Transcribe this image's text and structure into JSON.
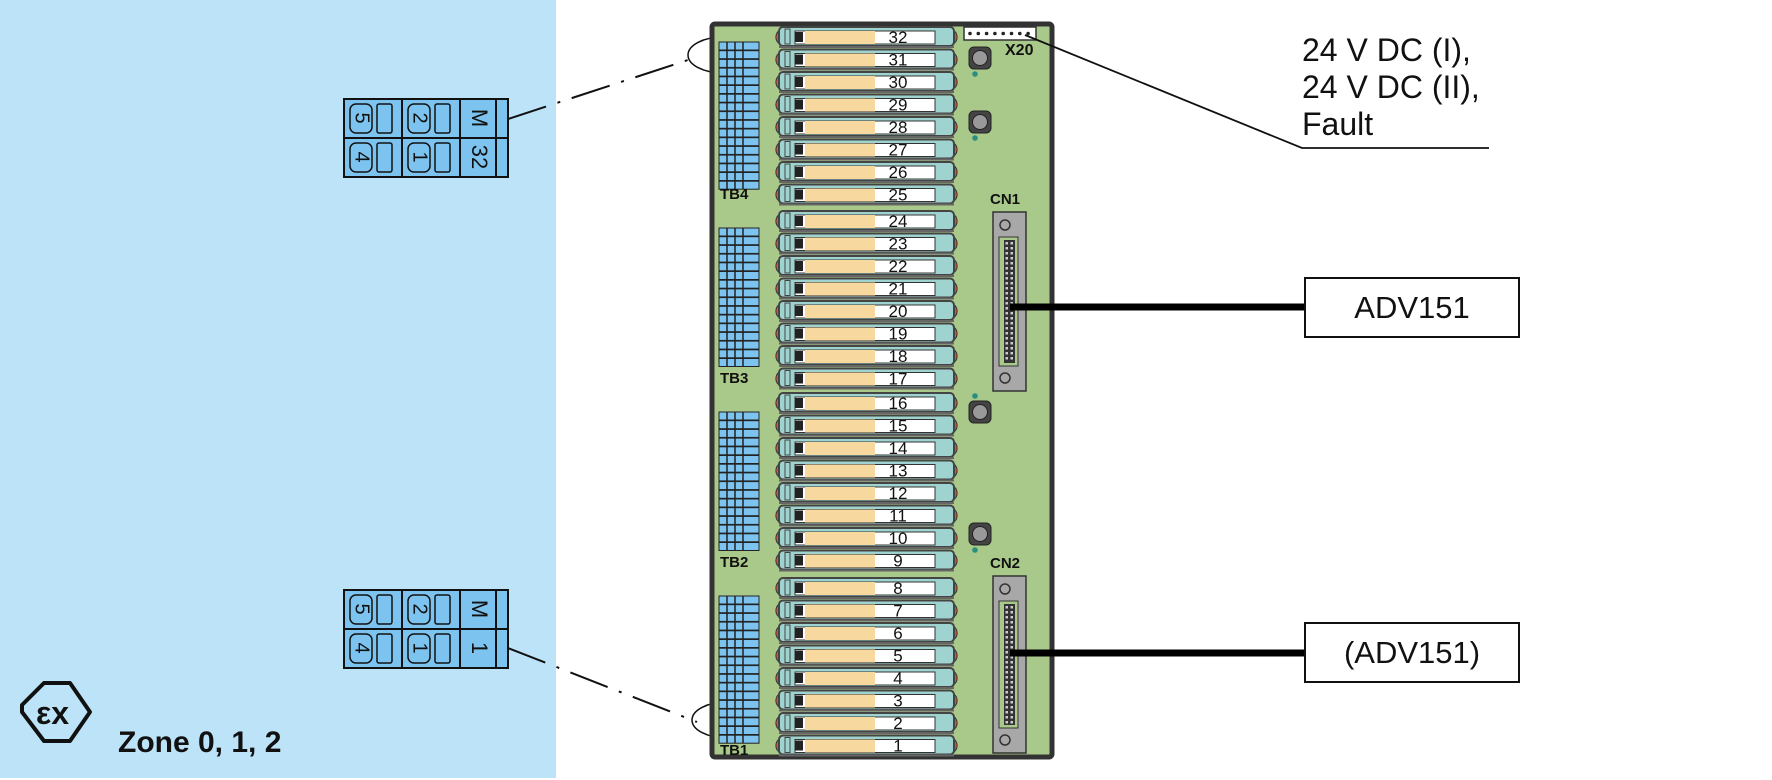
{
  "hazardous_area": {
    "zone_label": "Zone 0, 1, 2",
    "ex_symbol": "ex-hazard-icon",
    "background_color": "#bde3f8"
  },
  "terminal_callouts": [
    {
      "id": "upper",
      "cells_top": [
        "5",
        "2",
        "M"
      ],
      "cells_bottom": [
        "4",
        "1",
        "32"
      ]
    },
    {
      "id": "lower",
      "cells_top": [
        "5",
        "2",
        "M"
      ],
      "cells_bottom": [
        "4",
        "1",
        "1"
      ]
    }
  ],
  "board": {
    "terminal_blocks": [
      "TB4",
      "TB3",
      "TB2",
      "TB1"
    ],
    "channels": [
      32,
      31,
      30,
      29,
      28,
      27,
      26,
      25,
      24,
      23,
      22,
      21,
      20,
      19,
      18,
      17,
      16,
      15,
      14,
      13,
      12,
      11,
      10,
      9,
      8,
      7,
      6,
      5,
      4,
      3,
      2,
      1
    ],
    "connectors": {
      "power": "X20",
      "cn1": "CN1",
      "cn2": "CN2"
    },
    "colors": {
      "board": "#a9c98a",
      "relay_body": "#9fd3cf",
      "relay_label": "#f7d9a0",
      "led": "#e05030",
      "terminal": "#7cc4ef",
      "connector": "#a8a8a8"
    }
  },
  "annotations": {
    "power_lines": [
      "24 V DC (I),",
      "24 V DC (II),",
      "Fault"
    ],
    "cn1_target": "ADV151",
    "cn2_target": "(ADV151)"
  }
}
